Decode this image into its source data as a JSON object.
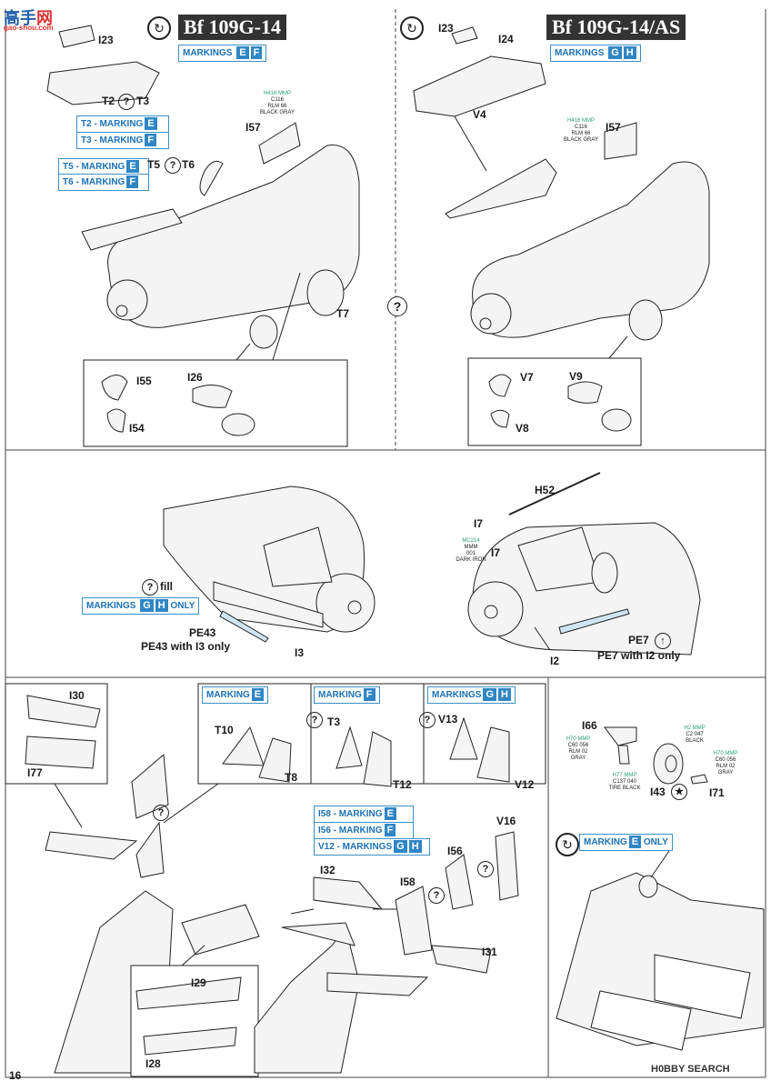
{
  "watermark_top": {
    "part1": "高手",
    "part2": "网",
    "sub": "gao-shou.com"
  },
  "page_number": "16",
  "watermark_bottom": "H0BBY SEARCH",
  "section1": {
    "title": "Bf 109G-14",
    "markings": "MARKINGS",
    "markings_boxes": [
      "E",
      "F"
    ],
    "parts": {
      "i23": "I23",
      "t2t3": "T2",
      "t3": "T3",
      "i57": "I57",
      "t5": "T5",
      "t6": "T6",
      "t7": "T7",
      "i55": "I55",
      "i54": "I54",
      "i26": "I26"
    },
    "table1": [
      {
        "text": "T2 - MARKING",
        "box": "E"
      },
      {
        "text": "T3 - MARKING",
        "box": "F"
      }
    ],
    "table2": [
      {
        "text": "T5 - MARKING",
        "box": "E"
      },
      {
        "text": "T6 - MARKING",
        "box": "F"
      }
    ],
    "paint": {
      "l1": "H416 MMP",
      "l2": "C116",
      "l3": "RLM 66",
      "l4": "BLACK GRAY"
    }
  },
  "section2": {
    "title": "Bf 109G-14/AS",
    "markings": "MARKINGS",
    "markings_boxes": [
      "G",
      "H"
    ],
    "parts": {
      "i23": "I23",
      "i24": "I24",
      "v4": "V4",
      "i57": "I57",
      "v7": "V7",
      "v8": "V8",
      "v9": "V9"
    },
    "paint": {
      "l1": "H416 MMP",
      "l2": "C116",
      "l3": "RLM 66",
      "l4": "BLACK GRAY"
    }
  },
  "section3": {
    "fill": "fill",
    "markings": "MARKINGS",
    "markings_boxes": [
      "G",
      "H"
    ],
    "only": "ONLY",
    "pe43": "PE43",
    "pe43_note": "PE43 with I3 only",
    "i3": "I3",
    "h52": "H52",
    "i7a": "I7",
    "i7b": "I7",
    "paint": {
      "l1": "MC214",
      "l2": "MMM",
      "l3": "001",
      "l4": "DARK IRON"
    },
    "pe7": "PE7",
    "pe7_note": "PE7 with I2 only",
    "i2": "I2"
  },
  "section4": {
    "i30": "I30",
    "i77": "I77",
    "i29": "I29",
    "i28": "I28",
    "mk_e": "MARKING",
    "mk_e_box": "E",
    "mk_f": "MARKING",
    "mk_f_box": "F",
    "mk_gh": "MARKINGS",
    "mk_gh_boxes": [
      "G",
      "H"
    ],
    "t10": "T10",
    "t8": "T8",
    "t3": "T3",
    "t12": "T12",
    "v13": "V13",
    "v12": "V12",
    "table": [
      {
        "text": "I58 - MARKING",
        "boxes": [
          "E"
        ]
      },
      {
        "text": "I56 - MARKING",
        "boxes": [
          "F"
        ]
      },
      {
        "text": "V12 - MARKINGS",
        "boxes": [
          "G",
          "H"
        ]
      }
    ],
    "i32": "I32",
    "i58": "I58",
    "i56": "I56",
    "v16": "V16",
    "i31": "I31"
  },
  "section5": {
    "i66": "I66",
    "i43": "I43",
    "i71": "I71",
    "paint1": {
      "l1": "H70",
      "l2": "MMP",
      "l3": "C60",
      "l4": "056",
      "l5": "RLM 02",
      "l6": "GRAY"
    },
    "paint2": {
      "l1": "H2",
      "l2": "MMP",
      "l3": "C2",
      "l4": "047",
      "l5": "BLACK"
    },
    "paint3": {
      "l1": "H77",
      "l2": "MMP",
      "l3": "C137",
      "l4": "040",
      "l5": "TIRE BLACK"
    },
    "paint4": {
      "l1": "H70",
      "l2": "MMP",
      "l3": "C60",
      "l4": "056",
      "l5": "RLM 02",
      "l6": "GRAY"
    },
    "marking": "MARKING",
    "marking_box": "E",
    "only": "ONLY"
  }
}
